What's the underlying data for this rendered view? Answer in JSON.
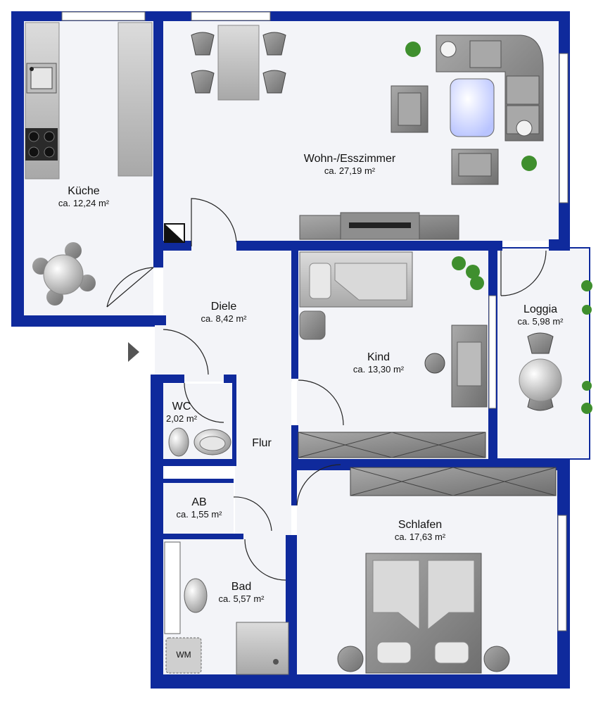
{
  "rooms": {
    "kueche": {
      "name": "Küche",
      "area": "ca. 12,24 m²"
    },
    "wohn": {
      "name": "Wohn-/Esszimmer",
      "area": "ca. 27,19 m²"
    },
    "diele": {
      "name": "Diele",
      "area": "ca. 8,42 m²"
    },
    "kind": {
      "name": "Kind",
      "area": "ca. 13,30 m²"
    },
    "loggia": {
      "name": "Loggia",
      "area": "ca. 5,98 m²"
    },
    "wc": {
      "name": "WC",
      "area": "2,02 m²"
    },
    "flur": {
      "name": "Flur"
    },
    "ab": {
      "name": "AB",
      "area": "ca. 1,55 m²"
    },
    "schlafen": {
      "name": "Schlafen",
      "area": "ca. 17,63 m²"
    },
    "bad": {
      "name": "Bad",
      "area": "ca. 5,57 m²"
    }
  },
  "fixtures": {
    "wm_label": "WM"
  },
  "colors": {
    "wall": "#0f2a9c",
    "floor": "#f3f4f8",
    "furniture": "#8a8a8a",
    "furniture_light": "#c9c9c9",
    "plant": "#3f8f2e"
  }
}
